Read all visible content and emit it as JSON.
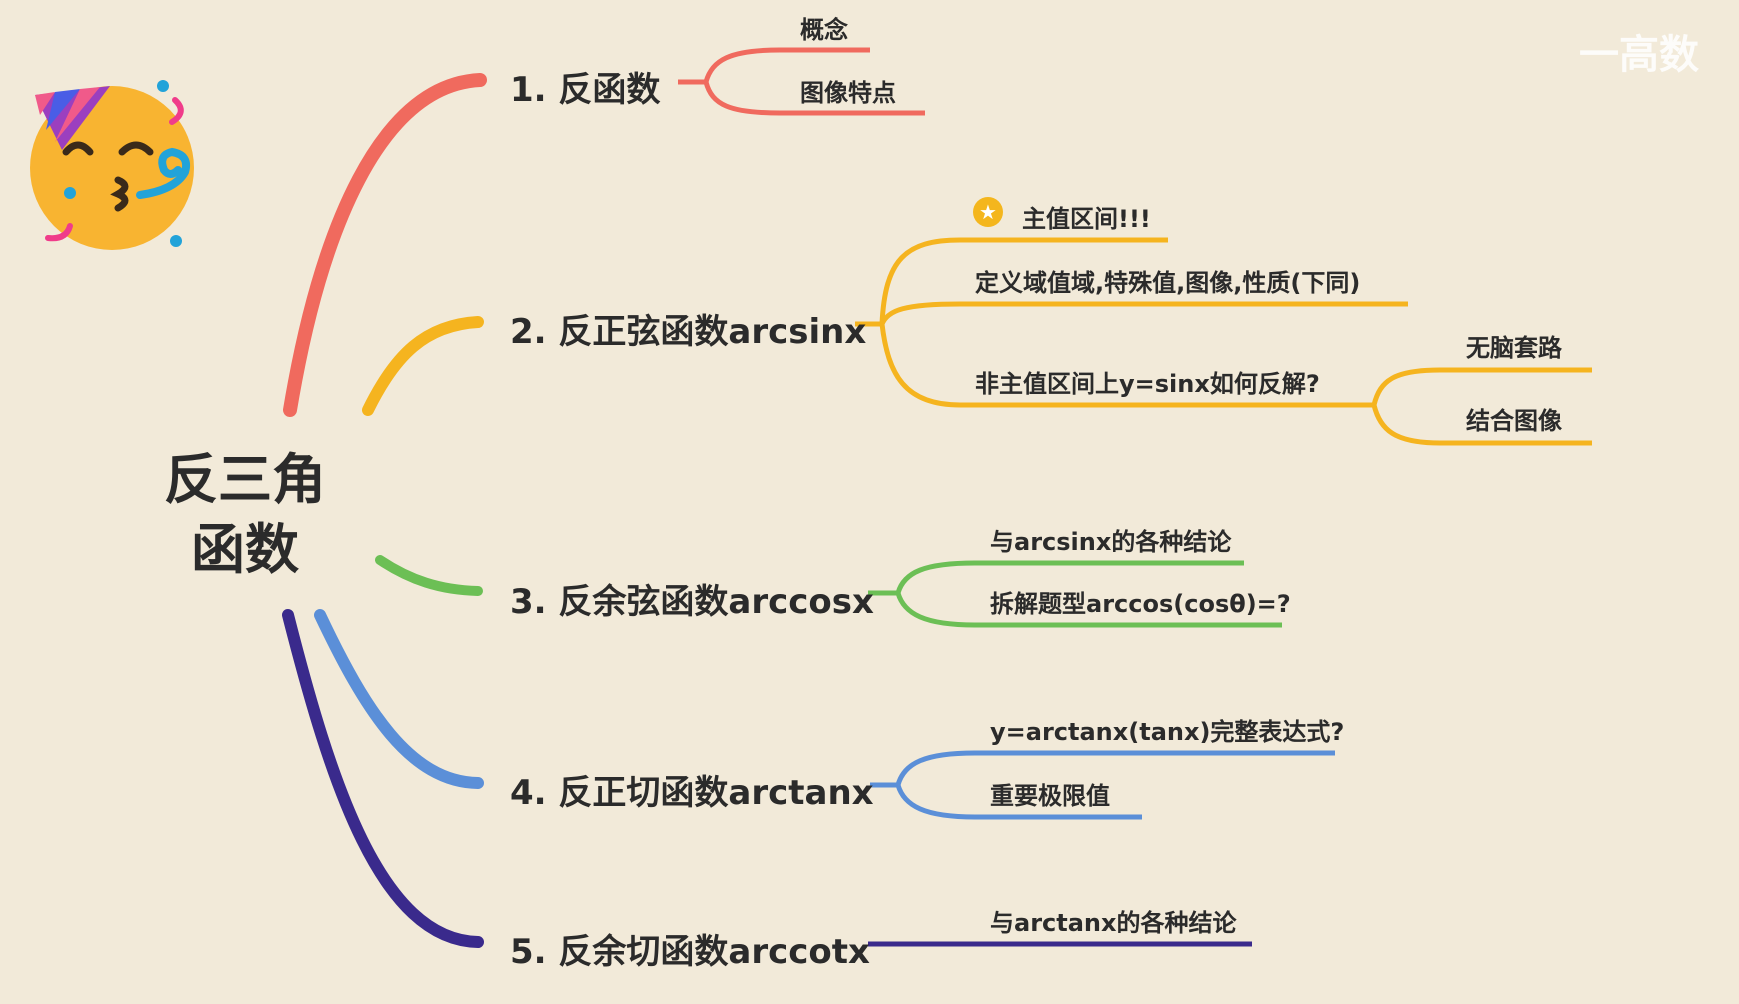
{
  "watermark": "一高数",
  "root": {
    "line1": "反三角",
    "line2": "函数"
  },
  "branches": [
    {
      "label": "1. 反函数",
      "color": "#f06a5e",
      "children": [
        {
          "label": "概念"
        },
        {
          "label": "图像特点"
        }
      ]
    },
    {
      "label": "2. 反正弦函数arcsinx",
      "color": "#f5b41f",
      "children": [
        {
          "label": "主值区间!!!",
          "icon": "star-icon"
        },
        {
          "label": "定义域值域,特殊值,图像,性质(下同)"
        },
        {
          "label": "非主值区间上y=sinx如何反解?",
          "children": [
            {
              "label": "无脑套路"
            },
            {
              "label": "结合图像"
            }
          ]
        }
      ]
    },
    {
      "label": "3. 反余弦函数arccosx",
      "color": "#6cbf55",
      "children": [
        {
          "label": "与arcsinx的各种结论"
        },
        {
          "label": "拆解题型arccos(cosθ)=?"
        }
      ]
    },
    {
      "label": "4. 反正切函数arctanx",
      "color": "#5b8fd8",
      "children": [
        {
          "label": "y=arctanx(tanx)完整表达式?"
        },
        {
          "label": "重要极限值"
        }
      ]
    },
    {
      "label": "5. 反余切函数arccotx",
      "color": "#3a2a8c",
      "children": [
        {
          "label": "与arctanx的各种结论"
        }
      ]
    }
  ],
  "icons": {
    "emoji": "party-face-icon",
    "star": "star-icon"
  }
}
